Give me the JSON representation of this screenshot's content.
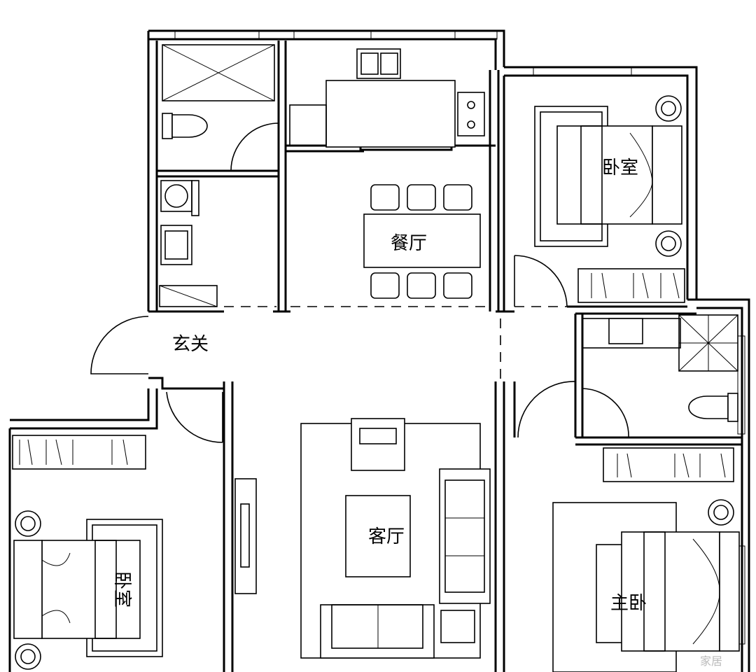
{
  "plan": {
    "rooms": {
      "dining": "餐厅",
      "bedroom_ne": "卧室",
      "foyer": "玄关",
      "living": "客厅",
      "bedroom_sw": "卧室",
      "master": "主卧"
    },
    "watermark": "家居"
  }
}
